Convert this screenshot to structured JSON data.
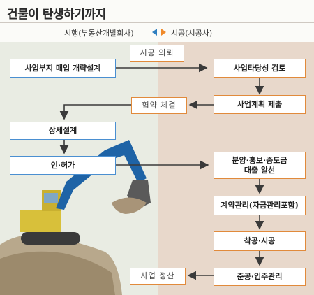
{
  "title": "건물이 탄생하기까지",
  "legend": {
    "left": "시행(부동산개발회사)",
    "right": "시공(시공사)"
  },
  "boxes": {
    "construction_request": "시공  의뢰",
    "site_purchase": "사업부지 매입 개략설계",
    "feasibility_review": "사업타당성 검토",
    "agreement": "협약  체결",
    "business_plan": "사업계획 제출",
    "detailed_design": "상세설계",
    "permit": "인·허가",
    "sales_line1": "분양·홍보·중도금",
    "sales_line2": "대출 알선",
    "contract_mgmt": "계약관리(자금관리포함)",
    "construction": "착공·시공",
    "completion": "준공·입주관리",
    "settlement": "사업  정산"
  },
  "colors": {
    "developer_accent": "#2f7fc0",
    "builder_accent": "#f08a2b",
    "left_bg": "#e9ece3",
    "right_bg": "#e8d8cb",
    "excavator": "#1e63a6"
  },
  "illustration": "excavator"
}
